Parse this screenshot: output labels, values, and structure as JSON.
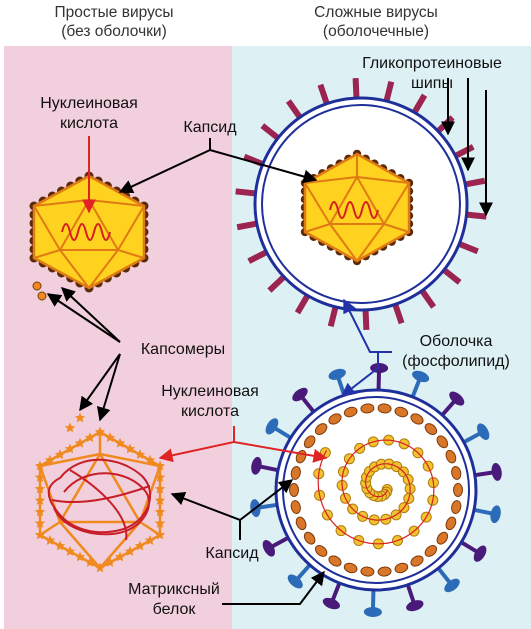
{
  "colors": {
    "left_panel": "#f2cfdd",
    "right_panel": "#ddf1f5",
    "capsid_fill": "#ffd21f",
    "capsid_edge": "#e07a14",
    "nucleic_acid": "#d62020",
    "capsomere": "#f08a1e",
    "envelope": "#1f2f9a",
    "spike_red": "#9c2450",
    "spike_purple": "#4a1a7a",
    "spike_blue": "#2c6bb8",
    "matrix_protein": "#d8762a",
    "helical_bead": "#f2c230",
    "arrow_black": "#000000",
    "arrow_red": "#e02424",
    "arrow_blue": "#2233aa"
  },
  "labels": {
    "simple_title_1": "Простые вирусы",
    "simple_title_2": "(без оболочки)",
    "complex_title_1": "Сложные вирусы",
    "complex_title_2": "(оболочечные)",
    "glycoprotein_1": "Гликопротеиновые",
    "glycoprotein_2": "шипы",
    "nucleic_acid_top_1": "Нуклеиновая",
    "nucleic_acid_top_2": "кислота",
    "capsid_top": "Капсид",
    "capsomeres": "Капсомеры",
    "envelope_1": "Оболочка",
    "envelope_2": "(фосфолипид)",
    "nucleic_acid_bottom_1": "Нуклеиновая",
    "nucleic_acid_bottom_2": "кислота",
    "capsid_bottom": "Капсид",
    "matrix_1": "Матриксный",
    "matrix_2": "белок"
  }
}
